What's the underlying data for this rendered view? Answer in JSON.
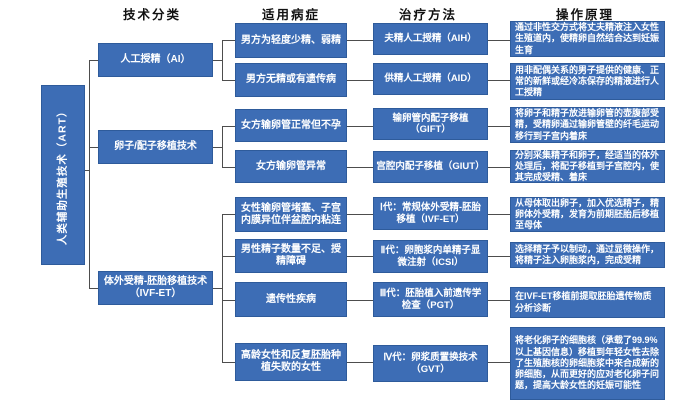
{
  "root": {
    "label": "人类辅助生殖技术（ART）"
  },
  "headers": {
    "classification": "技术分类",
    "condition": "适用病症",
    "method": "治疗方法",
    "principle": "操作原理"
  },
  "groups": [
    {
      "label": "人工授精（AI）"
    },
    {
      "label": "卵子/配子移植技术"
    },
    {
      "label": "体外受精-胚胎移植技术（IVF-ET）"
    }
  ],
  "rows": [
    {
      "condition": "男方为轻度少精、弱精",
      "method": "夫精人工授精（AIH）",
      "principle": "通过非性交方式将丈夫精液注入女性生殖道内，使精卵自然结合达到妊娠生育"
    },
    {
      "condition": "男方无精或有遗传病",
      "method": "供精人工授精（AID）",
      "principle": "用非配偶关系的男子提供的健康、正常的新鲜或经冷冻保存的精液进行人工授精"
    },
    {
      "condition": "女方输卵管正常但不孕",
      "method": "输卵管内配子移植（GIFT）",
      "principle": "将卵子和精子放进输卵管的壶腹部受精，受精卵通过输卵管壁的纤毛运动移行到子宫内着床"
    },
    {
      "condition": "女方输卵管异常",
      "method": "宫腔内配子移植（GIUT）",
      "principle": "分别采集精子和卵子，经适当的体外处理后，将配子移植到子宫腔内，使其完成受精、着床"
    },
    {
      "condition": "女性输卵管堵塞、子宫内膜异位伴盆腔内粘连",
      "method": "Ⅰ代：常规体外受精-胚胎移植（IVF-ET）",
      "principle": "从母体取出卵子，加入优选精子，精卵体外受精，发育为前期胚胎后移植至母体"
    },
    {
      "condition": "男性精子数量不足、授精障碍",
      "method": "Ⅱ代：卵胞浆内单精子显微注射（ICSI）",
      "principle": "选择精子予以制动，通过显微操作，将精子注入卵胞浆内，完成受精"
    },
    {
      "condition": "遗传性疾病",
      "method": "Ⅲ代：胚胎植入前遗传学检查（PGT）",
      "principle": "在IVF-ET移植前提取胚胎遗传物质分析诊断"
    },
    {
      "condition": "高龄女性和反复胚胎种植失败的女性",
      "method": "Ⅳ代：卵浆质置换技术（GVT）",
      "principle": "将老化卵子的细胞核（承载了99.9%以上基因信息）移植到年轻女性去除了生殖胞核的卵细胞浆中来合成新的卵细胞，从而更好的应对老化卵子问题，提高大龄女性的妊娠可能性"
    }
  ],
  "colors": {
    "box_fill": "#3d6db5",
    "box_border": "#2e5b9b",
    "line_color": "#4d4d4d",
    "header_text": "#111111",
    "box_text": "#ffffff"
  }
}
